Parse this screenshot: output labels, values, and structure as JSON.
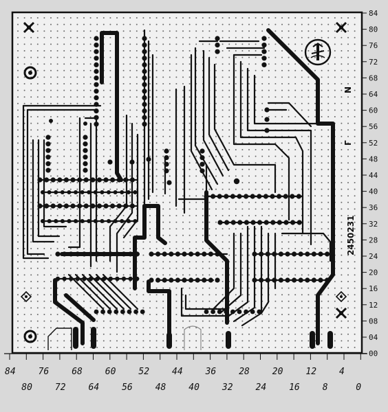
{
  "board": {
    "part_number": "2450231",
    "letter_n": "N",
    "letter_g": "Г",
    "colors": {
      "paper": "#d9d9d9",
      "board": "#f1f1f1",
      "trace": "#121212",
      "dot": "#6a6a6a"
    },
    "icons": [
      "logo-mark-icon",
      "corner-cross-icon",
      "mounting-hole-icon",
      "alignment-diamond-icon"
    ]
  },
  "axis": {
    "right_labels": [
      "84",
      "80",
      "76",
      "72",
      "68",
      "64",
      "60",
      "56",
      "52",
      "48",
      "44",
      "40",
      "36",
      "32",
      "28",
      "24",
      "20",
      "16",
      "12",
      "08",
      "04",
      "00"
    ],
    "bottom_upper": [
      "84",
      "76",
      "68",
      "60",
      "52",
      "44",
      "36",
      "28",
      "20",
      "12",
      "4"
    ],
    "bottom_lower": [
      "80",
      "72",
      "64",
      "56",
      "48",
      "40",
      "32",
      "24",
      "16",
      "8",
      "0"
    ]
  }
}
